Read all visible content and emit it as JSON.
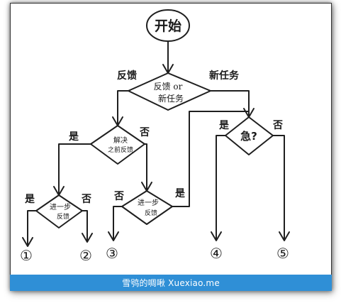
{
  "watermark": {
    "text": "雪鸮的啁啾 Xuexiao.me"
  },
  "nodes": {
    "start": "开始",
    "decision1": {
      "line1": "反馈 or",
      "line2": "新任务"
    },
    "decision_left": {
      "line1": "解决",
      "line2": "之前反馈"
    },
    "decision_urgent": "急?",
    "decision_further_left": {
      "line1": "进一步",
      "line2": "反馈"
    },
    "decision_further_mid": {
      "line1": "进一步",
      "line2": "反馈"
    }
  },
  "edge_labels": {
    "feedback": "反馈",
    "new_task": "新任务",
    "yes_left": "是",
    "no_left": "否",
    "yes_ll": "是",
    "no_ll": "否",
    "no_mid": "否",
    "yes_mid": "是",
    "yes_urgent": "是",
    "no_urgent": "否"
  },
  "outcomes": [
    "①",
    "②",
    "③",
    "④",
    "⑤"
  ],
  "colors": {
    "caption_bar": "#2f8fd6",
    "ink": "#1f1f1f"
  }
}
